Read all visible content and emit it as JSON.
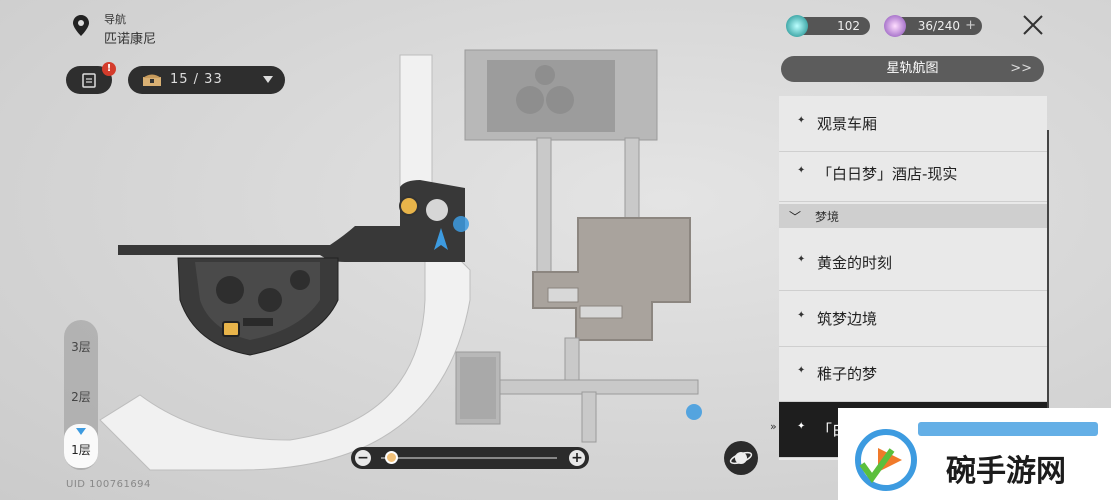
{
  "nav": {
    "title": "导航",
    "location": "匹诺康尼"
  },
  "toolbar": {
    "quest_badge": "!",
    "chest_count": "15 / 33"
  },
  "resources": {
    "stamina": "102",
    "trailblaze": "36/240",
    "add_label": "+"
  },
  "panel": {
    "header": "星轨航图",
    "items": [
      {
        "label": "观景车厢"
      },
      {
        "label": "「白日梦」酒店-现实"
      },
      {
        "label": "梦境",
        "type": "section"
      },
      {
        "label": "黄金的时刻"
      },
      {
        "label": "筑梦边境"
      },
      {
        "label": "稚子的梦"
      },
      {
        "label": "「白",
        "active": true
      }
    ]
  },
  "floors": [
    "3层",
    "2层",
    "1层"
  ],
  "selected_floor": "1层",
  "zoom": {
    "minus": "−",
    "plus": "+",
    "level": 0.03
  },
  "uid": "UID 100761694",
  "watermark": "碗手游网",
  "colors": {
    "accent_blue": "#3d9be0",
    "panel_dark": "#1e1e1e",
    "wall": "#333333",
    "gold": "#e8b44a"
  }
}
